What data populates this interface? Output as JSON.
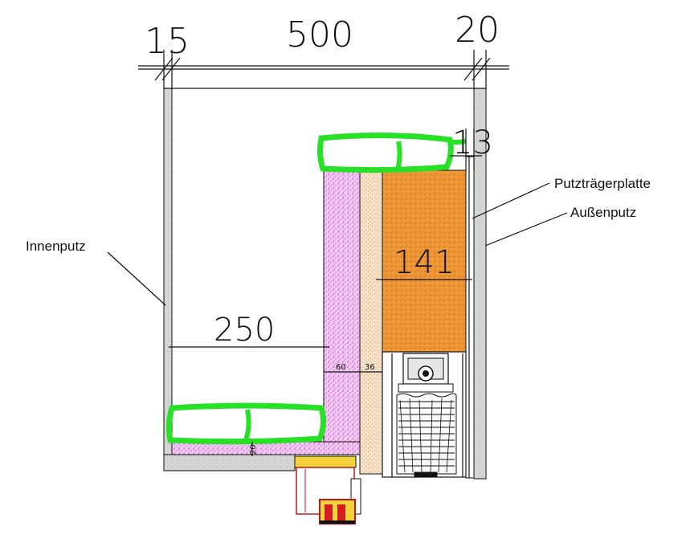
{
  "dimensions": {
    "d15": "15",
    "d500": "500",
    "d20": "20",
    "d13": "13",
    "d141": "141",
    "d250": "250",
    "d60": "60",
    "d36": "36",
    "d20b": "20"
  },
  "labels": {
    "innenputz": "Innenputz",
    "putztraegerplatte": "Putzträgerplatte",
    "aussenputz": "Außenputz"
  },
  "colors": {
    "plaster_grey": "#d4d4d4",
    "insulation_pink": "#efb6ef",
    "wood_beige": "#f2dcc0",
    "insulation_orange": "#ee9536",
    "highlight_green": "#27e027",
    "frame_yellow": "#f4d23c",
    "frame_red": "#d21e1e"
  }
}
